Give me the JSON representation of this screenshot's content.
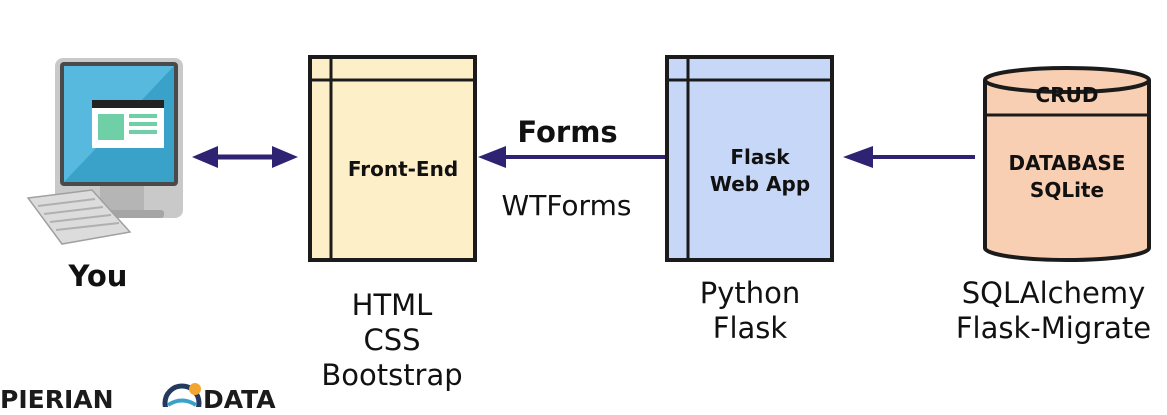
{
  "nodes": {
    "you": {
      "label": "You"
    },
    "frontend": {
      "label": "Front-End",
      "caption": [
        "HTML",
        "CSS",
        "Bootstrap"
      ]
    },
    "flask": {
      "label_lines": [
        "Flask",
        "Web App"
      ],
      "caption": [
        "Python",
        "Flask"
      ]
    },
    "database": {
      "top_label": "CRUD",
      "label_lines": [
        "DATABASE",
        "SQLite"
      ],
      "caption": [
        "SQLAlchemy",
        "Flask-Migrate"
      ]
    }
  },
  "edges": {
    "forms": {
      "label": "Forms",
      "sublabel": "WTForms"
    }
  },
  "logo": {
    "text_left": "PIERIAN",
    "text_right": "DATA"
  },
  "colors": {
    "frontend_fill": "#fdf0c8",
    "flask_fill": "#c7d7f7",
    "db_fill": "#f8cfb2",
    "arrow": "#2e2272",
    "border": "#1b1b1b"
  }
}
